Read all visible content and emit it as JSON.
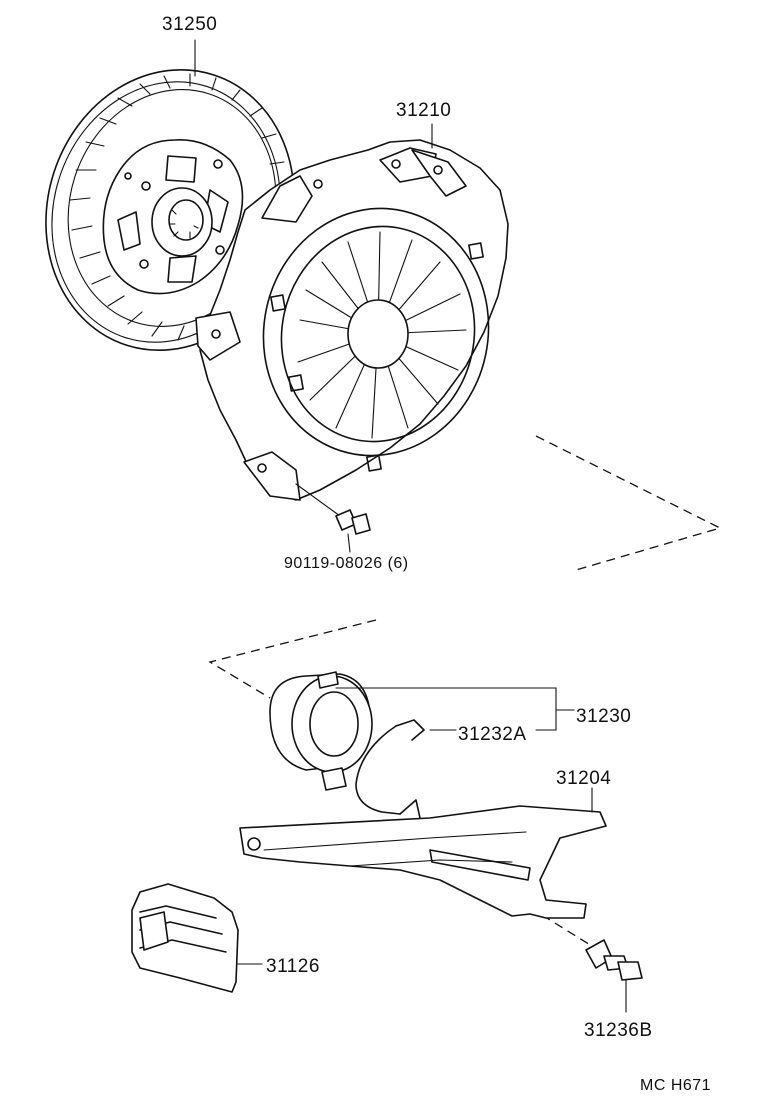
{
  "labels": {
    "clutch_disc": "31250",
    "pressure_plate": "31210",
    "bolt": "90119-08026 (6)",
    "bearing_assy": "31230",
    "clip": "31232A",
    "fork": "31204",
    "boot": "31126",
    "pivot": "31236B",
    "code": "MC  H671"
  }
}
